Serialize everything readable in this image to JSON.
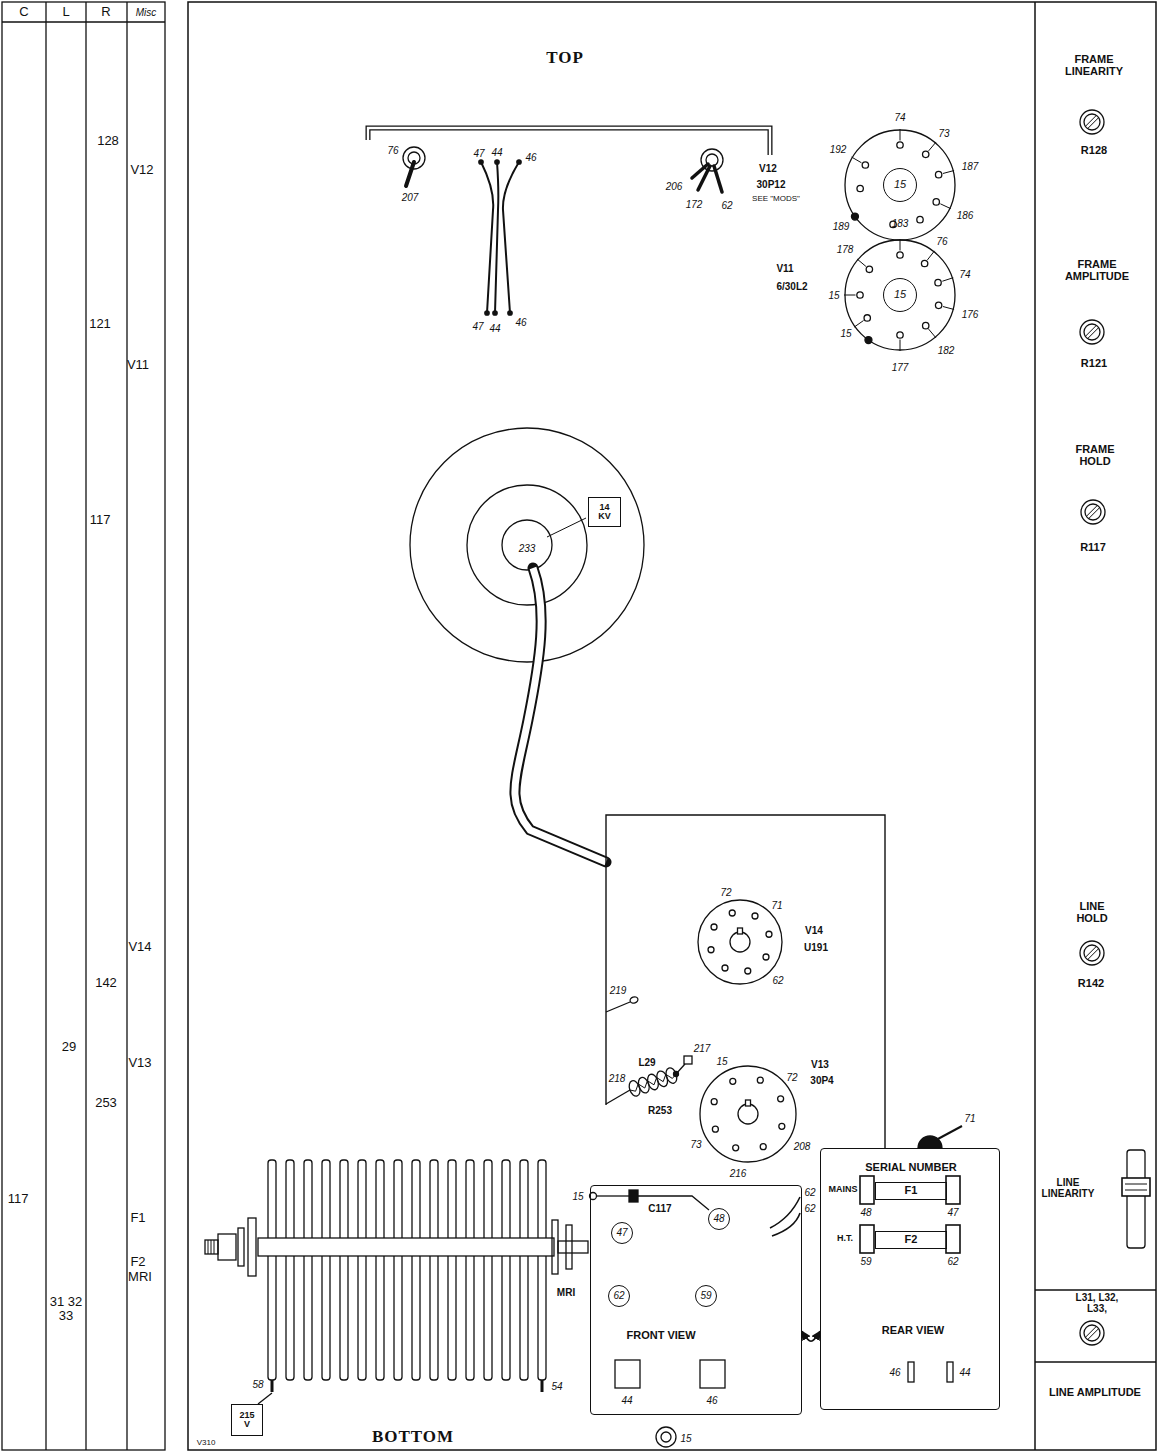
{
  "diagram": {
    "nodes": [
      {
        "text": [
          "15"
        ]
      },
      {
        "text": [
          "15"
        ]
      },
      {
        "text": [
          "14 KV"
        ]
      },
      {
        "text": [
          "FRONT VIEW"
        ]
      },
      {
        "text": [
          "47"
        ],
        "in": 3
      },
      {
        "text": [
          "48"
        ],
        "in": 3
      },
      {
        "text": [
          "62"
        ],
        "in": 3
      },
      {
        "text": [
          "59"
        ],
        "in": 3
      },
      {
        "text": [
          "SERIAL NUMBER",
          "REAR VIEW"
        ]
      },
      {
        "text": [
          "F1"
        ],
        "in": 8
      },
      {
        "text": [
          "F2"
        ],
        "in": 8
      },
      {
        "text": [
          "215 V"
        ]
      }
    ],
    "edges": [
      {
        "from": 3,
        "to": 8,
        "arrow": "both"
      }
    ],
    "labels": [
      "C",
      "L",
      "R",
      "Misc",
      "128",
      "V12",
      "121",
      "V11",
      "117",
      "V14",
      "142",
      "29",
      "V13",
      "253",
      "117",
      "F1",
      "F2",
      "MRI",
      "31 32",
      "33",
      "TOP",
      "76",
      "207",
      "47",
      "44",
      "46",
      "47",
      "44",
      "46",
      "206",
      "172",
      "62",
      "V12",
      "30P12",
      "SEE \"MODS\"",
      "74",
      "73",
      "187",
      "186",
      "189",
      "192",
      "183",
      "76",
      "178",
      "74",
      "15",
      "176",
      "15",
      "182",
      "177",
      "V11",
      "6/30L2",
      "233",
      "72",
      "71",
      "62",
      "V14",
      "U191",
      "219",
      "L29",
      "217",
      "218",
      "15",
      "72",
      "V13",
      "30P4",
      "R253",
      "73",
      "208",
      "71",
      "216",
      "15",
      "C117",
      "62",
      "62",
      "MAINS",
      "48",
      "47",
      "H.T.",
      "59",
      "62",
      "MRI",
      "46",
      "44",
      "58",
      "54",
      "44",
      "46",
      "BOTTOM",
      "V310",
      "15",
      "FRAME LINEARITY",
      "R128",
      "FRAME AMPLITUDE",
      "R121",
      "FRAME HOLD",
      "R117",
      "LINE HOLD",
      "R142",
      "LINE LINEARITY",
      "L31, L32, L33,",
      "LINE AMPLITUDE"
    ]
  }
}
